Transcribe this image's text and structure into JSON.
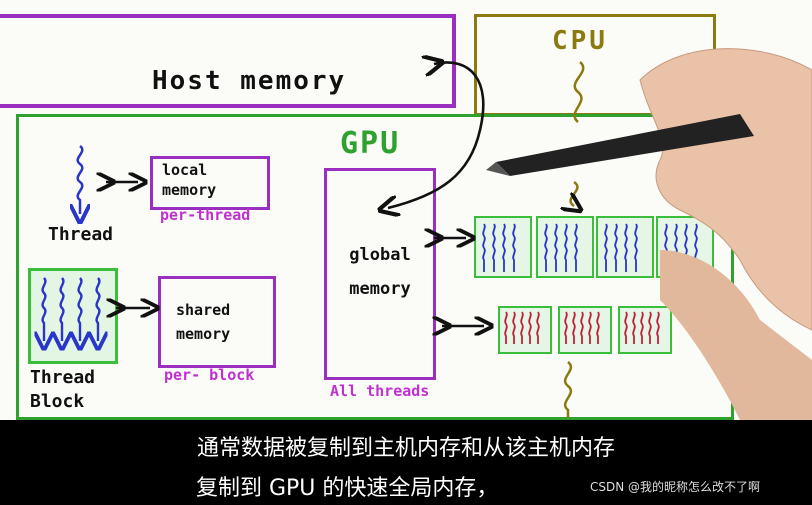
{
  "diagram": {
    "host_memory": "Host memory",
    "cpu": "CPU",
    "gpu": "GPU",
    "thread": "Thread",
    "local_memory": "local memory",
    "per_thread": "per-thread",
    "thread_block": "Thread Block",
    "shared_memory": "shared memory",
    "per_block": "per- block",
    "global_memory": "global memory",
    "all_threads": "All threads"
  },
  "caption": {
    "line1": "通常数据被复制到主机内存和从该主机内存",
    "line2": "复制到 GPU 的快速全局内存，"
  },
  "watermark": "CSDN @我的昵称怎么改不了啊",
  "colors": {
    "purple": "#9a2fbf",
    "green": "#2fa12f",
    "olive": "#8a7a10",
    "blue_thread": "#2a35c9",
    "red_thread": "#c0203a"
  }
}
